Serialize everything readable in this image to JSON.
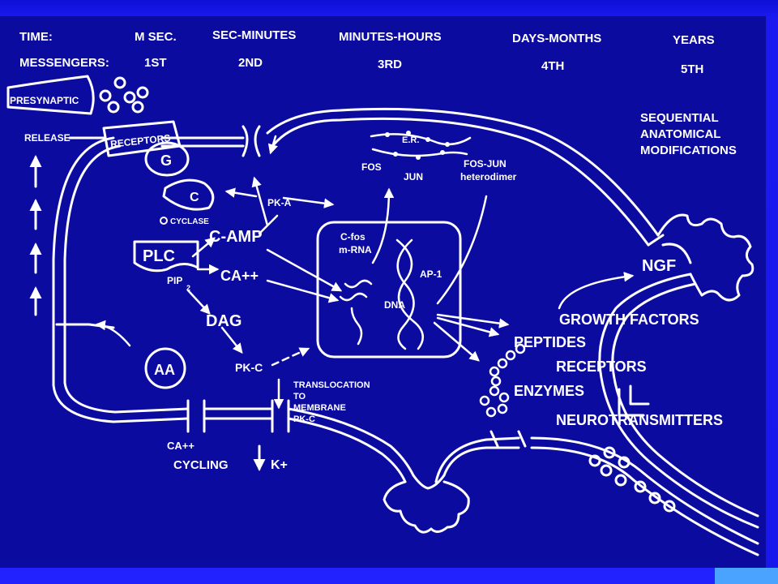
{
  "header": {
    "time_label": "TIME:",
    "messengers_label": "MESSENGERS:",
    "columns": [
      {
        "time": "M SEC.",
        "messenger": "1ST"
      },
      {
        "time": "SEC-MINUTES",
        "messenger": "2ND"
      },
      {
        "time": "MINUTES-HOURS",
        "messenger": "3RD"
      },
      {
        "time": "DAYS-MONTHS",
        "messenger": "4TH"
      },
      {
        "time": "YEARS",
        "messenger": "5TH"
      }
    ]
  },
  "labels": {
    "presynaptic": "PRESYNAPTIC",
    "receptors_top": "RECEPTORS",
    "release": "RELEASE",
    "g": "G",
    "c": "C",
    "cyclase": "CYCLASE",
    "pka": "PK-A",
    "camp": "C-AMP",
    "plc": "PLC",
    "ca": "CA++",
    "pip": "PIP",
    "pip_sub": "2",
    "dag": "DAG",
    "pkc": "PK-C",
    "aa": "AA",
    "translocation_1": "TRANSLOCATION",
    "translocation_2": "TO",
    "translocation_3": "MEMBRANE",
    "translocation_4": "PK-C",
    "ca_cycling_1": "CA++",
    "ca_cycling_2": "CYCLING",
    "k": "K+",
    "er": "E.R.",
    "fos": "FOS",
    "jun": "JUN",
    "fosjun_1": "FOS-JUN",
    "fosjun_2": "heterodimer",
    "cfos_1": "C-fos",
    "cfos_2": "m-RNA",
    "dna": "DNA",
    "ap1": "AP-1",
    "sequential_1": "SEQUENTIAL",
    "sequential_2": "ANATOMICAL",
    "sequential_3": "MODIFICATIONS",
    "ngf": "NGF",
    "growth": "GROWTH FACTORS",
    "peptides": "PEPTIDES",
    "receptors": "RECEPTORS",
    "enzymes": "ENZYMES",
    "neurotransmitters": "NEUROTRANSMITTERS"
  },
  "colors": {
    "background": "#1818ec",
    "panel": "#0b0ba0",
    "ink": "#ffffff",
    "accent_box": "#4aa3ff"
  }
}
